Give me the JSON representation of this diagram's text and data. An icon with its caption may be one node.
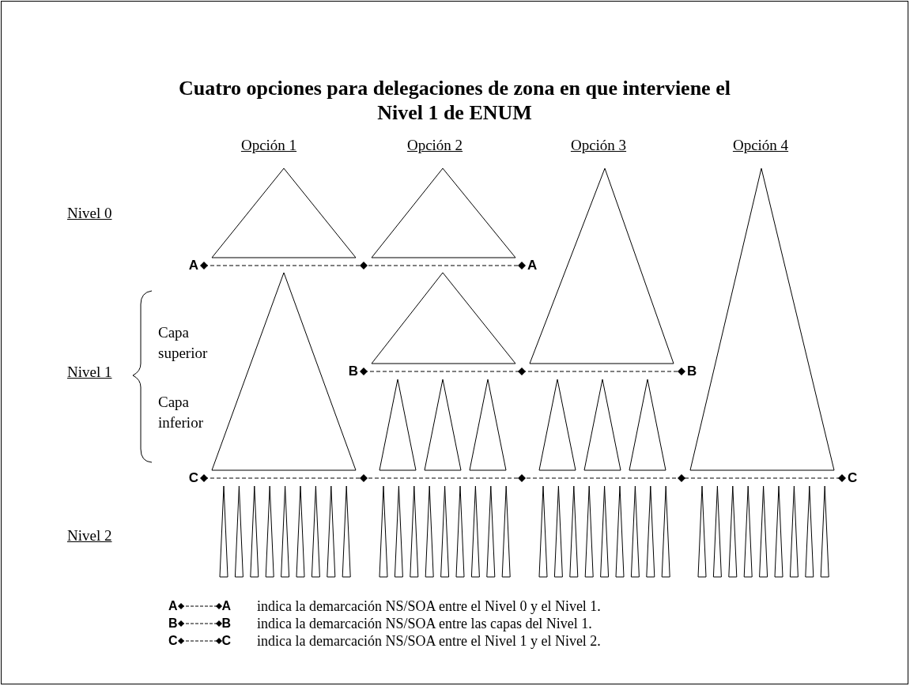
{
  "diagram": {
    "title": "Cuatro opciones para delegaciones de zona en que interviene el Nivel 1 de ENUM",
    "labels": [
      "Opción 1",
      "Opción 2",
      "Opción 3",
      "Opción 4",
      "Nivel 0",
      "A",
      "A",
      "Capa superior",
      "Nivel 1",
      "B",
      "B",
      "Capa inferior",
      "C",
      "C",
      "Nivel 2",
      "A",
      "A",
      "B",
      "B",
      "C",
      "C"
    ],
    "legend": [
      {
        "text": "indica la demarcación NS/SOA entre el Nivel 0 y el Nivel 1."
      },
      {
        "text": "indica la demarcación NS/SOA entre las capas del Nivel 1."
      },
      {
        "text": "indica la demarcación NS/SOA entre el Nivel 1 y el Nivel 2."
      }
    ]
  }
}
